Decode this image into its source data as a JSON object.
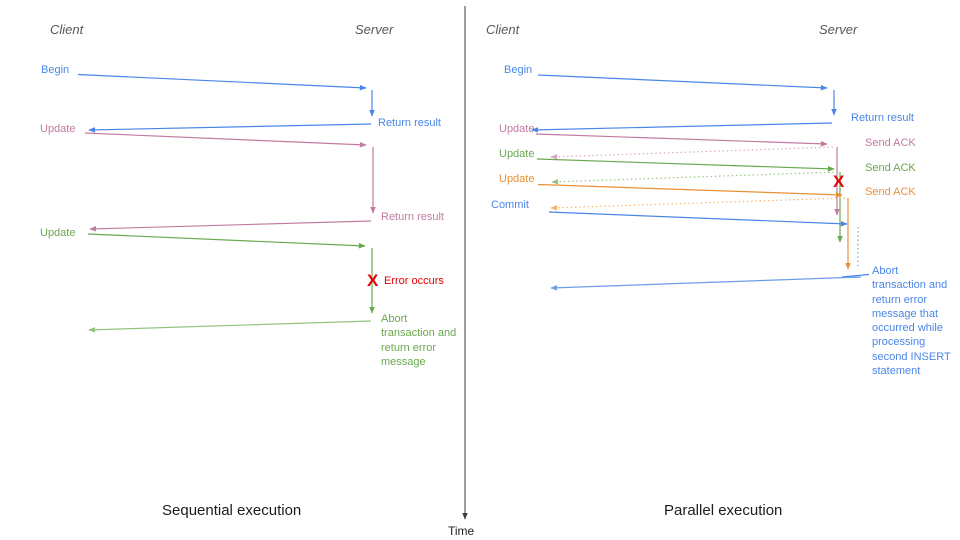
{
  "left": {
    "caption": "Sequential execution",
    "client_label": "Client",
    "server_label": "Server",
    "begin": "Begin",
    "return_result_1": "Return result",
    "update_1": "Update",
    "return_result_2": "Return result",
    "update_2": "Update",
    "error_mark": "X",
    "error_occurs": "Error occurs",
    "abort_note": "Abort transaction and return error message"
  },
  "right": {
    "caption": "Parallel execution",
    "client_label": "Client",
    "server_label": "Server",
    "begin": "Begin",
    "return_result": "Return result",
    "update_1": "Update",
    "send_ack_1": "Send ACK",
    "update_2": "Update",
    "send_ack_2": "Send ACK",
    "update_3": "Update",
    "send_ack_3": "Send ACK",
    "commit": "Commit",
    "error_mark": "X",
    "abort_note": "Abort transaction and return error message that occurred while processing second INSERT statement"
  },
  "time_axis_label": "Time",
  "colors": {
    "blue": "#4a86e8",
    "light_blue": "#6d9eeb",
    "pink": "#c27ba0",
    "light_pink": "#d5a6bd",
    "green": "#6aa84f",
    "light_green": "#93c47d",
    "orange": "#e69138",
    "light_orange": "#f6b26b",
    "error_red": "#e60000",
    "axis": "#3d3d3d"
  }
}
